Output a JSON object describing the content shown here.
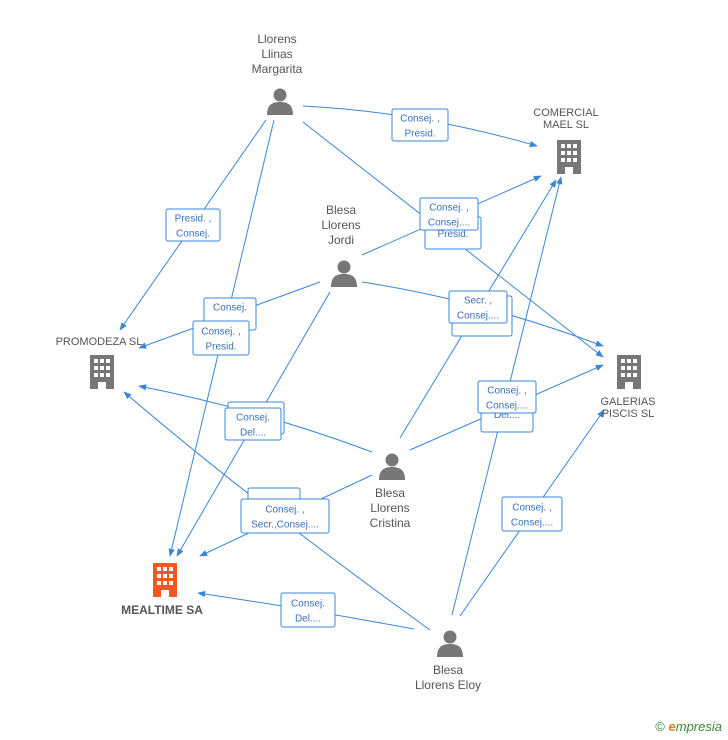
{
  "colors": {
    "edge": "#3a87d8",
    "person": "#777777",
    "company": "#777777",
    "main_company": "#f05a22"
  },
  "nodes": [
    {
      "id": "llinas",
      "kind": "person",
      "lines": [
        "Llorens",
        "Llinas",
        "Margarita"
      ]
    },
    {
      "id": "comercial",
      "kind": "company",
      "lines": [
        "COMERCIAL",
        "MAEL SL"
      ]
    },
    {
      "id": "jordi",
      "kind": "person",
      "lines": [
        "Blesa",
        "Llorens",
        "Jordi"
      ]
    },
    {
      "id": "promodeza",
      "kind": "company",
      "lines": [
        "PROMODEZA SL"
      ]
    },
    {
      "id": "galerias",
      "kind": "company",
      "lines": [
        "GALERIAS",
        "PISCIS SL"
      ]
    },
    {
      "id": "cristina",
      "kind": "person",
      "lines": [
        "Blesa",
        "Llorens",
        "Cristina"
      ]
    },
    {
      "id": "mealtime",
      "kind": "main",
      "lines": [
        "MEALTIME SA"
      ]
    },
    {
      "id": "eloy",
      "kind": "person",
      "lines": [
        "Blesa",
        "Llorens Eloy"
      ]
    }
  ],
  "relations": [
    {
      "lines": [
        "Consej. ,",
        "Presid."
      ]
    },
    {
      "lines": [
        "Presid. ,",
        "Consej."
      ]
    },
    {
      "lines": [
        "Presid."
      ]
    },
    {
      "lines": [
        "Consej. ,",
        "Consej...."
      ]
    },
    {
      "lines": [
        "Consej...."
      ]
    },
    {
      "lines": [
        "Secr. ,",
        "Consej...."
      ]
    },
    {
      "lines": [
        "Consej.",
        ""
      ]
    },
    {
      "lines": [
        "Consej. ,",
        "Presid."
      ]
    },
    {
      "lines": [
        "Consej...."
      ]
    },
    {
      "lines": [
        "Consej.",
        "Del...."
      ]
    },
    {
      "lines": [
        "Del...."
      ]
    },
    {
      "lines": [
        "Consej. ,",
        "Consej...."
      ]
    },
    {
      "lines": [
        "Consej...."
      ]
    },
    {
      "lines": [
        "Consej. ,",
        "Secr.,Consej...."
      ]
    },
    {
      "lines": [
        "Consej. ,",
        "Consej...."
      ]
    },
    {
      "lines": [
        "Consej.",
        "Del...."
      ]
    }
  ],
  "footer": {
    "copyright": "©",
    "brand_initial": "e",
    "brand_rest": "mpresia"
  }
}
